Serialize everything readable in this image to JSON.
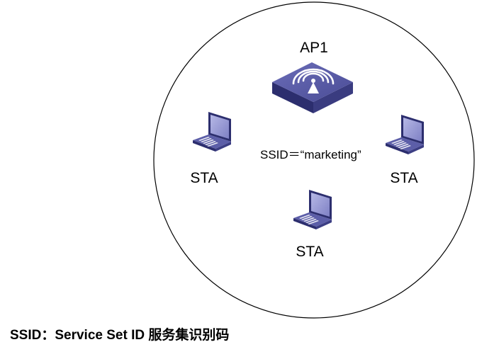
{
  "nodes": {
    "ap": {
      "label": "AP1",
      "icon": "wireless-access-point-icon"
    },
    "stations": [
      {
        "label": "STA",
        "icon": "laptop-icon"
      },
      {
        "label": "STA",
        "icon": "laptop-icon"
      },
      {
        "label": "STA",
        "icon": "laptop-icon"
      }
    ]
  },
  "ssid_label": "SSID＝“marketing”",
  "caption": "SSID：Service Set ID 服务集识别码",
  "colors": {
    "device_top": "#5c5ea8",
    "device_side": "#2c2e6e",
    "screen": "#9a9cd6",
    "outline": "#000000"
  }
}
